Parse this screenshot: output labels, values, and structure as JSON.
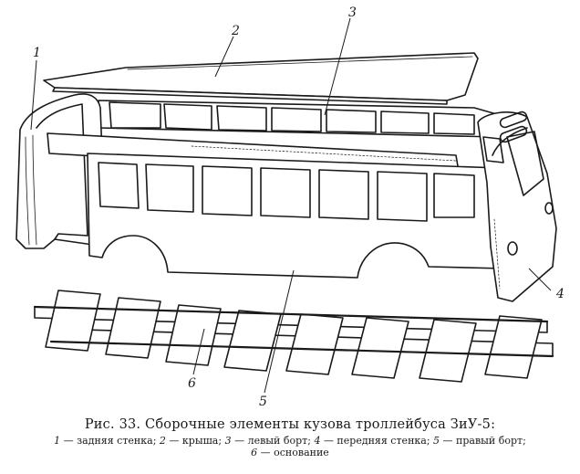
{
  "figure": {
    "callouts": [
      {
        "id": "1",
        "label": "1"
      },
      {
        "id": "2",
        "label": "2"
      },
      {
        "id": "3",
        "label": "3"
      },
      {
        "id": "4",
        "label": "4"
      },
      {
        "id": "5",
        "label": "5"
      },
      {
        "id": "6",
        "label": "6"
      }
    ]
  },
  "caption": {
    "title": "Рис. 33. Сборочные элементы кузова троллейбуса ЗиУ-5:",
    "legend": [
      {
        "num": "1",
        "text": "— задняя стенка;"
      },
      {
        "num": "2",
        "text": "— крыша;"
      },
      {
        "num": "3",
        "text": "— левый борт;"
      },
      {
        "num": "4",
        "text": "— передняя стенка;"
      },
      {
        "num": "5",
        "text": "— правый борт;"
      },
      {
        "num": "6",
        "text": "— основание"
      }
    ]
  }
}
